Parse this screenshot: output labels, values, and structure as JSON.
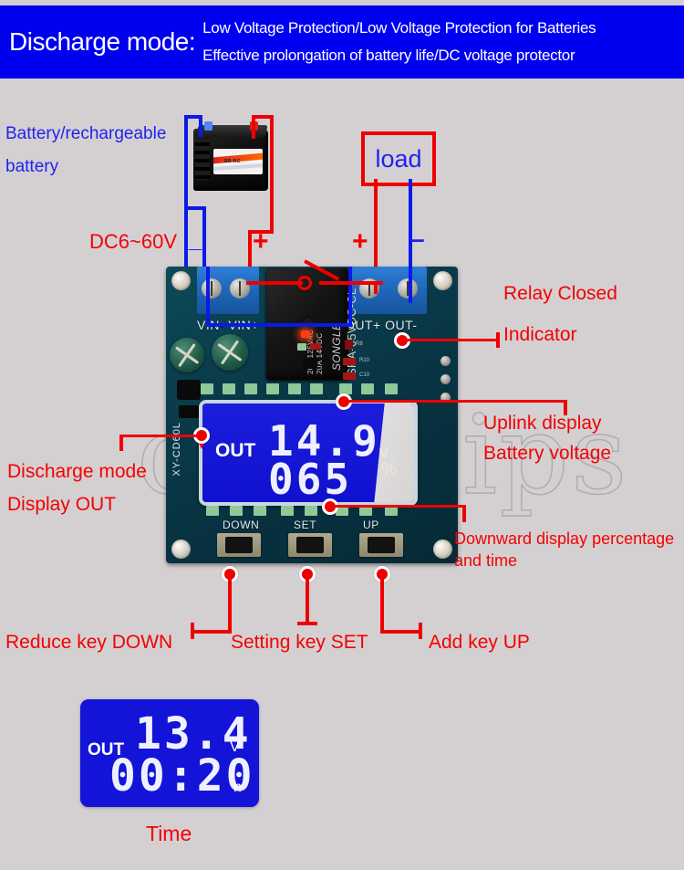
{
  "header": {
    "title": "Discharge mode:",
    "line1": "Low Voltage Protection/Low Voltage Protection for Batteries",
    "line2": "Effective prolongation of battery life/DC voltage protector",
    "bg_color": "#0000f0",
    "text_color": "#ffffff"
  },
  "page": {
    "background_color": "#d4d0d2",
    "annotation_red": "#f40000",
    "annotation_blue": "#2222ee",
    "watermark": "orkchips"
  },
  "wiring": {
    "battery_label_line1": "Battery/rechargeable",
    "battery_label_line2": "battery",
    "input_voltage": "DC6~60V",
    "input_minus": "_",
    "input_plus": "+",
    "load_label": "load",
    "output_plus": "+",
    "output_minus": "–"
  },
  "board": {
    "model": "XY-CD60L",
    "silk_vin": "VIN- VIN+",
    "silk_out": "OUT+ OUT-",
    "relay": {
      "brand": "SONGLE",
      "model": "SRA-05VDC-CL",
      "rating_dc": "20A 14VDC",
      "rating_ac": "20A 125VAC"
    },
    "refdes": [
      "R8",
      "R10",
      "C10"
    ],
    "buttons": [
      {
        "silk": "DOWN"
      },
      {
        "silk": "SET"
      },
      {
        "silk": "UP"
      }
    ]
  },
  "lcd_main": {
    "mode": "OUT",
    "voltage": "14.9",
    "voltage_unit": "V",
    "percent": "065",
    "percent_unit": "%"
  },
  "lcd_time": {
    "mode": "OUT",
    "voltage": "13.4",
    "voltage_unit": "V",
    "time": "00:20",
    "time_unit": "h",
    "caption": "Time"
  },
  "callouts": {
    "relay_closed": "Relay Closed",
    "indicator": "Indicator",
    "uplink_display": "Uplink display",
    "battery_voltage": "Battery voltage",
    "downward_line1": "Downward display percentage",
    "downward_line2": "and time",
    "discharge_mode": "Discharge mode",
    "display_out": "Display OUT",
    "key_down": "Reduce key  DOWN",
    "key_set": "Setting key SET",
    "key_up": "Add key UP"
  }
}
